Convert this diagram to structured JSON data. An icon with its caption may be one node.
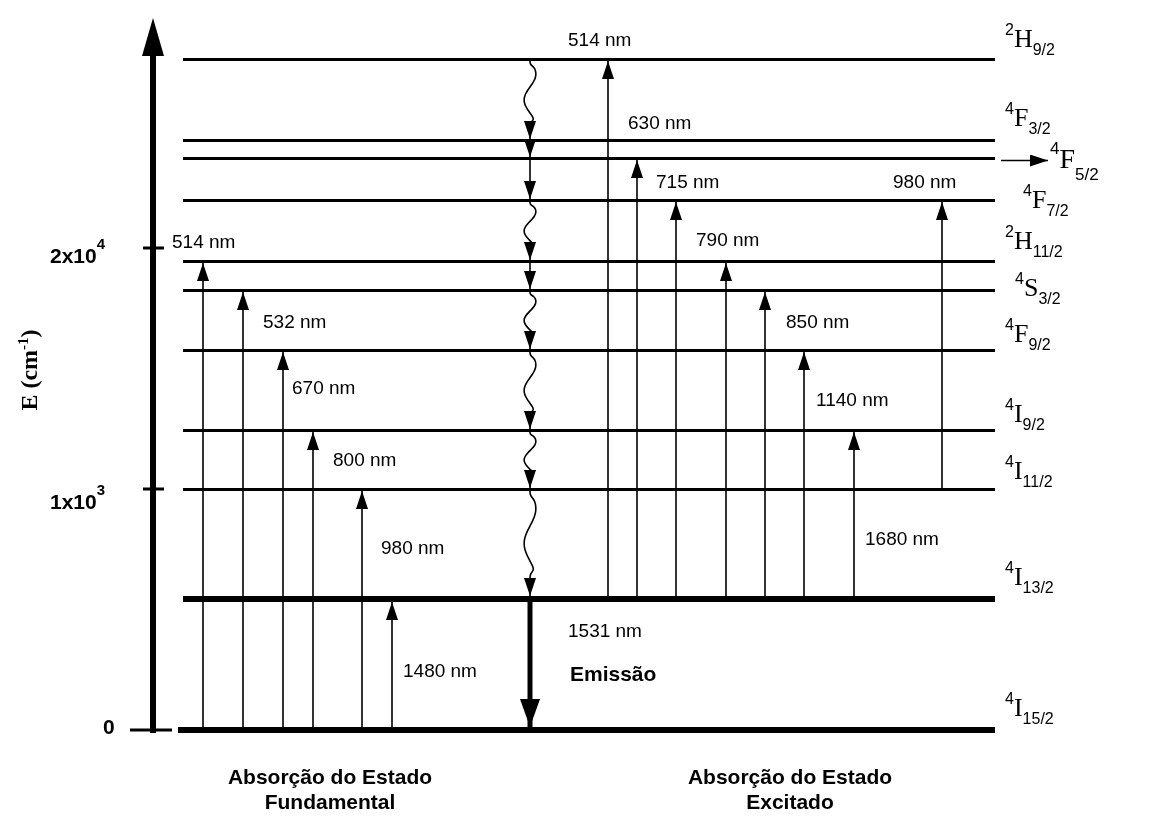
{
  "diagram": {
    "nodes": [
      {
        "text": [
          "$^{2}$H$_{9/2}$"
        ]
      },
      {
        "text": [
          "$^{4}$F$_{3/2}$"
        ]
      },
      {
        "text": [],
        "shape": "bar"
      },
      {
        "text": [
          "$^{4}$F$_{7/2}$"
        ]
      },
      {
        "text": [
          "$^{2}$H$_{11/2}$"
        ]
      },
      {
        "text": [
          "$^{4}$S$_{3/2}$"
        ]
      },
      {
        "text": [
          "$^{4}$F$_{9/2}$"
        ]
      },
      {
        "text": [
          "$^{4}$I$_{9/2}$"
        ]
      },
      {
        "text": [
          "$^{4}$I$_{11/2}$"
        ]
      },
      {
        "text": [
          "$^{4}$I$_{13/2}$"
        ]
      },
      {
        "text": [
          "$^{4}$I$_{15/2}$"
        ]
      },
      {
        "text": [
          "$^{4}$F$_{5/2}$"
        ]
      }
    ],
    "edges": [
      {
        "from": 10,
        "to": 4,
        "arrow": "to",
        "label": "514 nm"
      },
      {
        "from": 10,
        "to": 5,
        "arrow": "to",
        "label": "532 nm"
      },
      {
        "from": 10,
        "to": 6,
        "arrow": "to",
        "label": "670 nm"
      },
      {
        "from": 10,
        "to": 7,
        "arrow": "to",
        "label": "800 nm"
      },
      {
        "from": 10,
        "to": 8,
        "arrow": "to",
        "label": "980 nm"
      },
      {
        "from": 10,
        "to": 9,
        "arrow": "to",
        "label": "1480 nm"
      },
      {
        "from": 9,
        "to": 0,
        "arrow": "to",
        "label": "514 nm"
      },
      {
        "from": 9,
        "to": 2,
        "arrow": "to",
        "label": "630 nm"
      },
      {
        "from": 9,
        "to": 3,
        "arrow": "to",
        "label": "715 nm"
      },
      {
        "from": 9,
        "to": 4,
        "arrow": "to",
        "label": "790 nm"
      },
      {
        "from": 9,
        "to": 5,
        "arrow": "to",
        "label": "850 nm"
      },
      {
        "from": 9,
        "to": 6,
        "arrow": "to",
        "label": "1140 nm"
      },
      {
        "from": 9,
        "to": 7,
        "arrow": "to",
        "label": "1680 nm"
      },
      {
        "from": 8,
        "to": 3,
        "arrow": "to",
        "label": "980 nm"
      },
      {
        "from": 0,
        "to": 1,
        "arrow": "to"
      },
      {
        "from": 1,
        "to": 2,
        "arrow": "to"
      },
      {
        "from": 2,
        "to": 3,
        "arrow": "to"
      },
      {
        "from": 3,
        "to": 4,
        "arrow": "to"
      },
      {
        "from": 4,
        "to": 5,
        "arrow": "to"
      },
      {
        "from": 5,
        "to": 6,
        "arrow": "to"
      },
      {
        "from": 6,
        "to": 7,
        "arrow": "to"
      },
      {
        "from": 7,
        "to": 8,
        "arrow": "to"
      },
      {
        "from": 8,
        "to": 9,
        "arrow": "to"
      },
      {
        "from": 9,
        "to": 10,
        "arrow": "to",
        "label": "1531 nm",
        "style": "thick"
      },
      {
        "from": 2,
        "to": 11,
        "arrow": "to"
      }
    ],
    "labels": [
      "E (cm$^{-1}$)",
      "2x10$^{4}$",
      "1x10$^{3}$",
      "0",
      "Emissão",
      "Absorção do Estado Fundamental",
      "Absorção do Estado Excitado"
    ]
  }
}
